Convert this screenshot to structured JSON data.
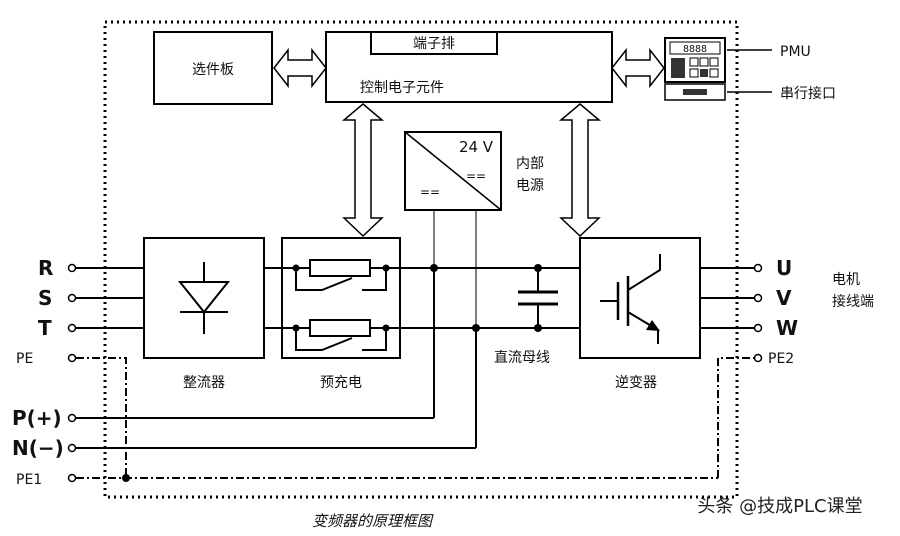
{
  "title": "变频器的原理框图",
  "watermark": "头条 @技成PLC课堂",
  "blocks": {
    "option_board": "选件板",
    "terminal_strip": "端子排",
    "control_electronics": "控制电子元件",
    "power_supply_voltage": "24 V",
    "power_supply_symbol_in": "==",
    "power_supply_symbol_out": "==",
    "internal_power": [
      "内部",
      "电源"
    ],
    "rectifier": "整流器",
    "precharge": "预充电",
    "dc_bus": "直流母线",
    "inverter": "逆变器"
  },
  "pmu": {
    "label": "PMU",
    "serial_label": "串行接口",
    "display": "8888"
  },
  "input_terminals": [
    "R",
    "S",
    "T",
    "PE"
  ],
  "dc_terminals": [
    "P(+)",
    "N(−)",
    "PE1"
  ],
  "output_terminals": [
    "U",
    "V",
    "W",
    "PE2"
  ],
  "motor_label": [
    "电机",
    "接线端"
  ]
}
